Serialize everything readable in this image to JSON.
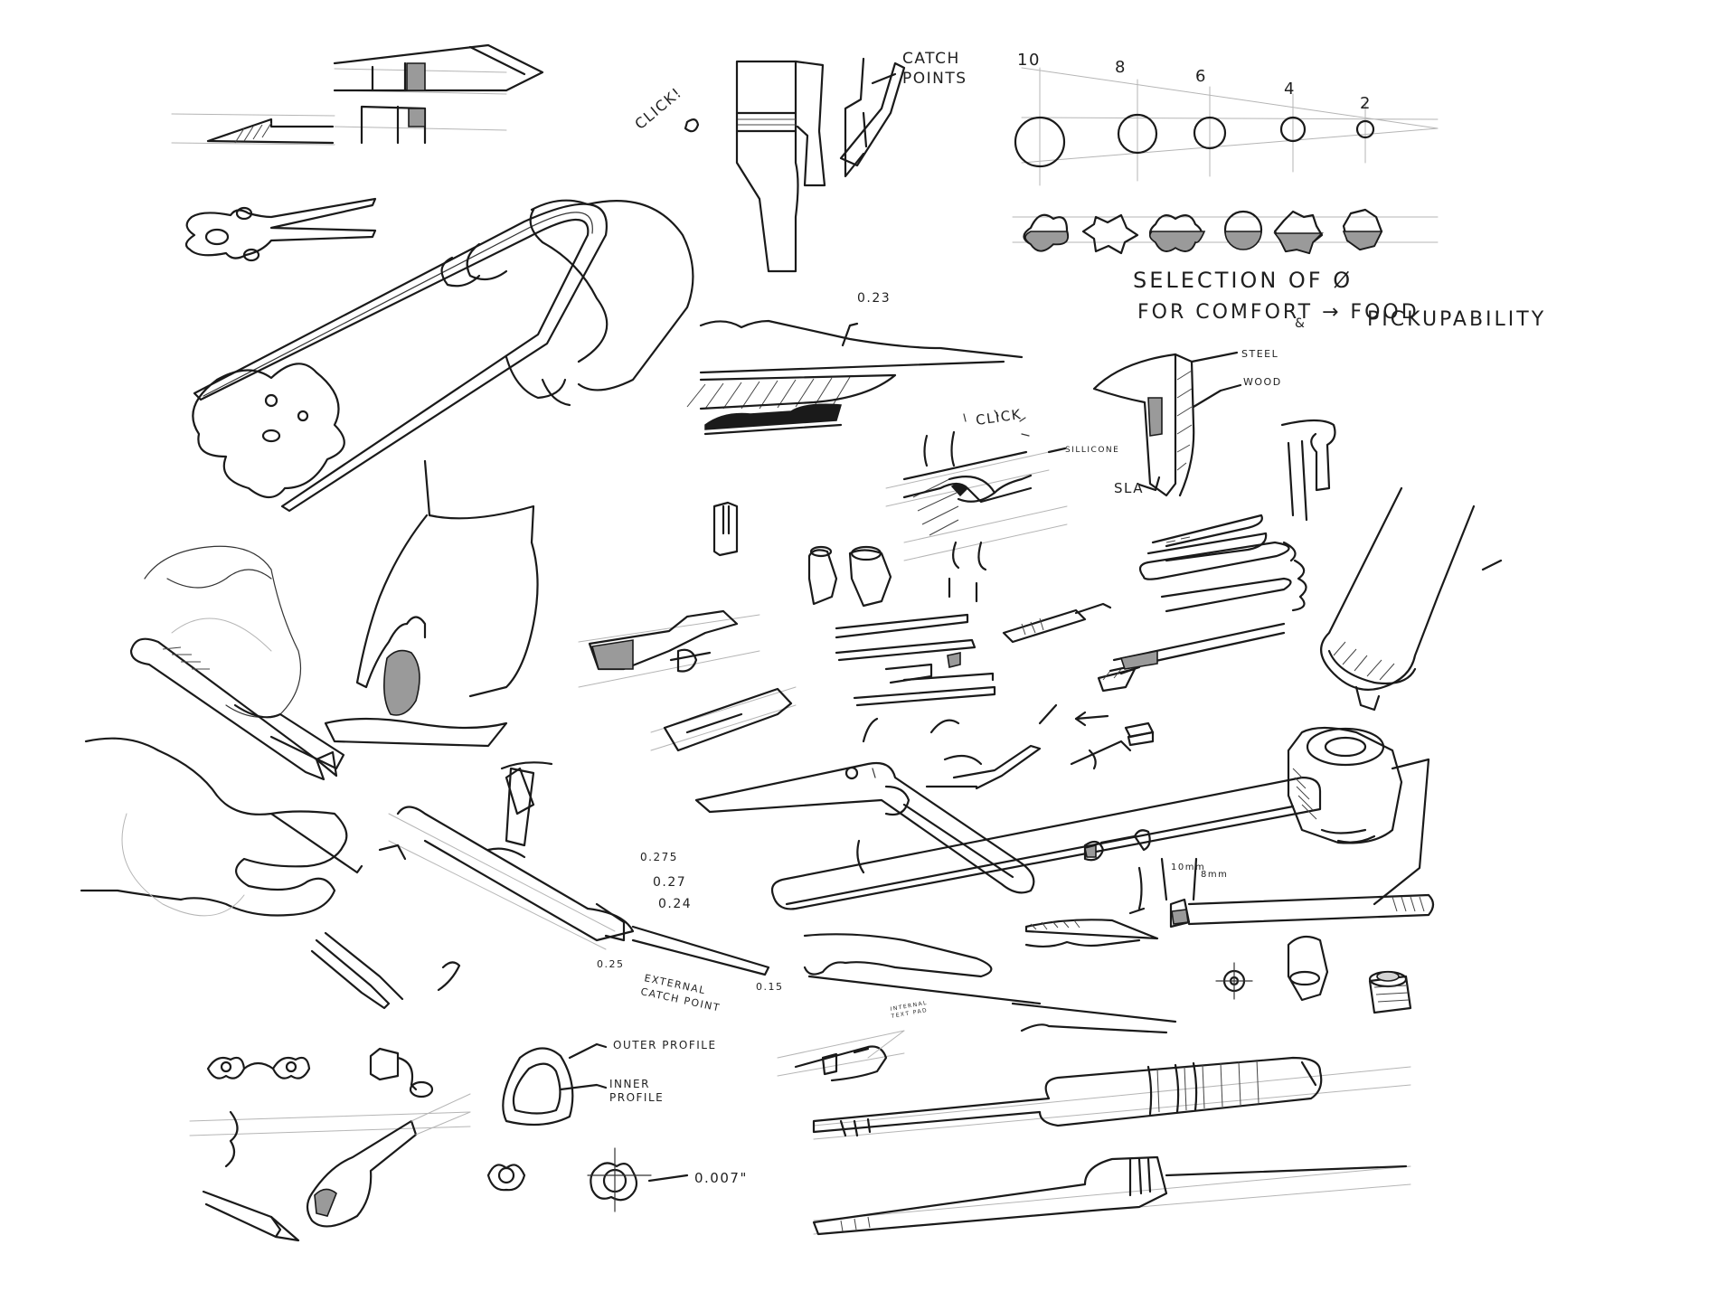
{
  "annotations": {
    "catch_points": [
      "CATCH",
      "POINTS"
    ],
    "click_main": "CLICK!",
    "diameter_scale": [
      "10",
      "8",
      "6",
      "4",
      "2"
    ],
    "selection_lines": [
      "SELECTION OF Ø",
      "FOR COMFORT → FOOD",
      "&",
      "PICKUPABILITY"
    ],
    "dim_023": "0.23",
    "steel": "STEEL",
    "wood": "WOOD",
    "sla": "SLA",
    "click_hinge": "CLICK",
    "sillicone": "SILLICONE",
    "dims_tip": [
      "0.275",
      "0.27",
      "0.24",
      "0.25",
      "0.15"
    ],
    "external_catch": [
      "EXTERNAL",
      "CATCH POINT"
    ],
    "ferrule_sizes": [
      "10mm",
      "8mm"
    ],
    "internal_note": [
      "INTERNAL",
      "TEXT PAD"
    ],
    "outer_profile": "OUTER PROFILE",
    "inner_profile": [
      "INNER",
      "PROFILE"
    ],
    "tolerance": "0.007\""
  },
  "colors": {
    "ink": "#1a1a1a",
    "paper": "#ffffff",
    "guide": "#b5b5b5"
  }
}
